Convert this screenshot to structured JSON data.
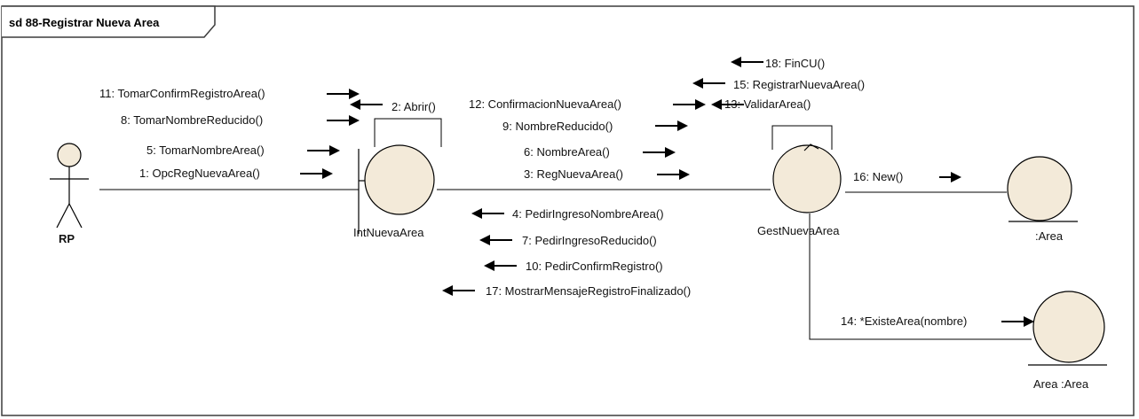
{
  "diagram": {
    "frame_title": "sd 88-Registrar Nueva Area",
    "actor": {
      "name": "RP"
    },
    "objects": {
      "boundary": "IntNuevaArea",
      "control": "GestNuevaArea",
      "entity_area": ":Area",
      "entity_area2": "Area :Area"
    },
    "messages": {
      "m18": "18: FinCU()",
      "m15": "15: RegistrarNuevaArea()",
      "m11": "11: TomarConfirmRegistroArea()",
      "m2": "2: Abrir()",
      "m12": "12: ConfirmacionNuevaArea()",
      "m13": "13: ValidarArea()",
      "m8": "8: TomarNombreReducido()",
      "m9": "9: NombreReducido()",
      "m5": "5: TomarNombreArea()",
      "m6": "6: NombreArea()",
      "m1": "1: OpcRegNuevaArea()",
      "m3": "3: RegNuevaArea()",
      "m16": "16: New()",
      "m4": "4: PedirIngresoNombreArea()",
      "m7": "7: PedirIngresoReducido()",
      "m10": "10: PedirConfirmRegistro()",
      "m17": "17: MostrarMensajeRegistroFinalizado()",
      "m14": "14: *ExisteArea(nombre)"
    },
    "colors": {
      "object_fill": "#f3ead9",
      "line": "#000000",
      "frame": "#3c3c3c"
    }
  }
}
